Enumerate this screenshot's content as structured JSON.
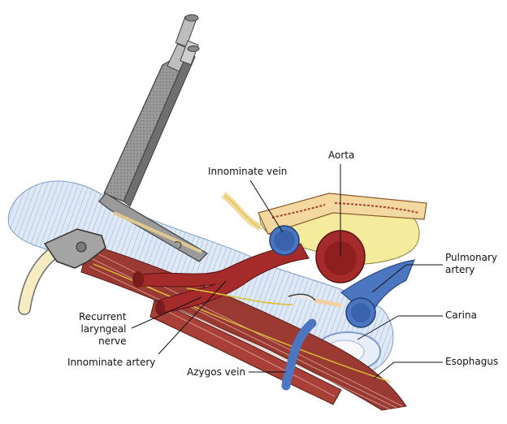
{
  "labels": {
    "aorta": "Aorta",
    "innominate_vein": "Innominate vein",
    "pulmonary_artery": "Pulmonary\nartery",
    "carina": "Carina",
    "esophagus": "Esophagus",
    "azygos_vein": "Azygos vein",
    "innominate_artery": "Innominate artery",
    "recurrent_laryngeal_nerve": "Recurrent\nlaryngeal\nnerve"
  },
  "colors": {
    "artery": "#a52a2a",
    "vein": "#3f6fb5",
    "muscle": "#9b3a32",
    "nerve": "#d8c23a",
    "fat": "#f4ec9c",
    "scope": "#8c8c8c",
    "trachea": "#c8d6ec",
    "tube": "#f6ecc2"
  }
}
